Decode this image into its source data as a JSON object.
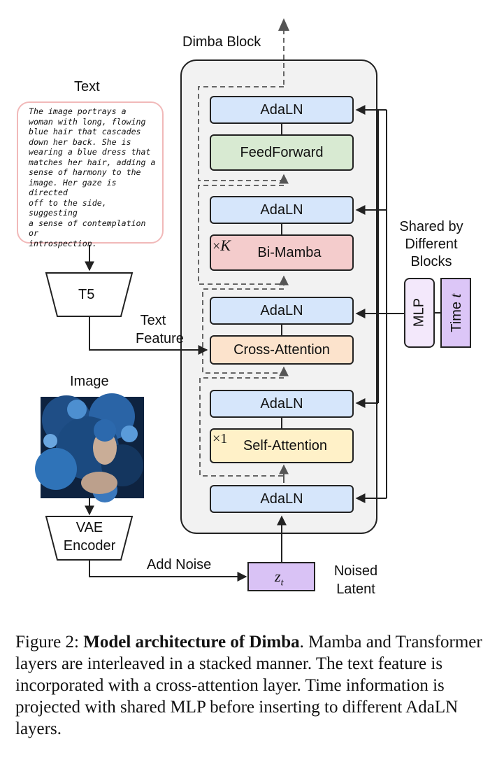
{
  "diagram": {
    "block_title": "Dimba Block",
    "text_title": "Text",
    "text_prompt": "The image portrays a\nwoman with long, flowing\nblue hair that cascades\ndown her back. She is\nwearing a blue dress that\nmatches her hair, adding a\nsense of harmony to the\nimage. Her gaze is directed\noff to the side, suggesting\na sense of contemplation or\nintrospection.",
    "t5_label": "T5",
    "text_feature_line1": "Text",
    "text_feature_line2": "Feature",
    "image_title": "Image",
    "vae_line1": "VAE",
    "vae_line2": "Encoder",
    "add_noise": "Add Noise",
    "noised_line1": "Noised",
    "noised_line2": "Latent",
    "zt_label": "z",
    "zt_sub": "t",
    "shared_line1": "Shared by",
    "shared_line2": "Different",
    "shared_line3": "Blocks",
    "mlp_label": "MLP",
    "time_label": "Time",
    "time_var": "t",
    "layers": {
      "adaln_top": "AdaLN",
      "feedforward": "FeedForward",
      "adaln_mamba": "AdaLN",
      "bimamba": "Bi-Mamba",
      "mamba_mult": "×",
      "mamba_k": "K",
      "adaln_cross": "AdaLN",
      "cross_attention": "Cross-Attention",
      "adaln_self": "AdaLN",
      "self_attention": "Self-Attention",
      "self_mult": "×1",
      "adaln_bottom": "AdaLN"
    },
    "colors": {
      "adaln": "#d6e6fb",
      "feedforward": "#d8ead2",
      "bimamba": "#f4cccc",
      "cross_attention": "#fce3cc",
      "self_attention": "#fff1c8",
      "mlp": "#f3e8fb",
      "time": "#dcc6f7",
      "zt": "#d9c2f5",
      "block_bg": "#f2f2f2",
      "bubble_border": "#f1b9b9"
    }
  },
  "caption": {
    "prefix": "Figure 2: ",
    "bold": "Model architecture of Dimba",
    "rest": ". Mamba and Transformer layers are interleaved in a stacked manner. The text feature is incorporated with a cross-attention layer. Time information is projected with shared MLP before inserting to different AdaLN layers."
  }
}
